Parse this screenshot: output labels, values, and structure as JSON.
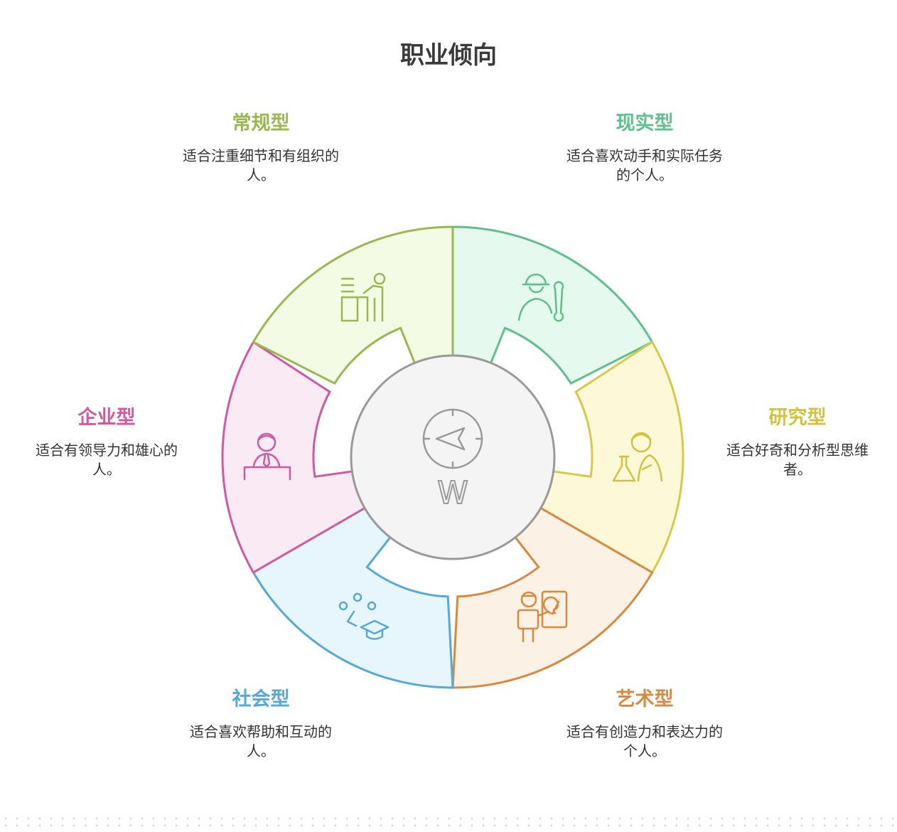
{
  "title": "职业倾向",
  "colors": {
    "conventional": "#9ab84f",
    "realistic": "#5fc08a",
    "investigative": "#d8c94a",
    "artistic": "#d8883f",
    "social": "#55a8d8",
    "enterprising": "#cf5aa0",
    "hub_fill": "#f4f4f4",
    "hub_stroke": "#9a9a9a"
  },
  "types": {
    "conventional": {
      "name": "常规型",
      "description": "适合注重细节和有组织的人。",
      "icon": "office-worker-at-desk-icon"
    },
    "realistic": {
      "name": "现实型",
      "description": "适合喜欢动手和实际任务的个人。",
      "icon": "worker-with-wrench-icon"
    },
    "investigative": {
      "name": "研究型",
      "description": "适合好奇和分析型思维者。",
      "icon": "scientist-with-flask-icon"
    },
    "artistic": {
      "name": "艺术型",
      "description": "适合有创造力和表达力的个人。",
      "icon": "painter-with-palette-icon"
    },
    "social": {
      "name": "社会型",
      "description": "适合喜欢帮助和互动的人。",
      "icon": "people-with-graduation-cap-icon"
    },
    "enterprising": {
      "name": "企业型",
      "description": "适合有领导力和雄心的人。",
      "icon": "business-leader-icon"
    }
  },
  "hub": {
    "icon": "compass-icon",
    "label": "W"
  }
}
